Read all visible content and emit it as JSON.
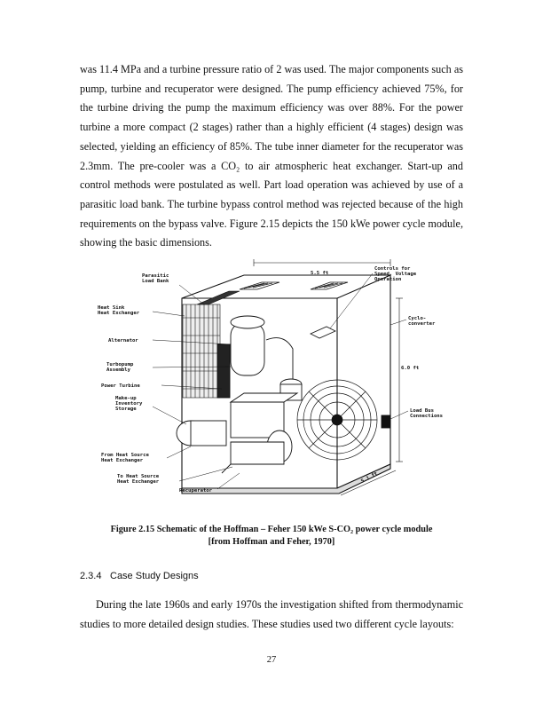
{
  "body": {
    "para1": "was 11.4 MPa and a turbine pressure ratio of 2 was used.  The major components such as pump, turbine and recuperator were designed.  The pump efficiency achieved 75%, for the turbine driving the pump the maximum efficiency was over 88%.  For the power turbine a more compact (2 stages) rather than a highly efficient (4 stages) design was selected, yielding an efficiency of 85%.  The tube inner diameter for the recuperator was 2.3mm.  The pre-cooler was a CO₂ to air atmospheric heat exchanger.  Start-up and control methods were postulated as well.  Part load operation was achieved by use of a parasitic load bank.  The turbine bypass control method was rejected because of the high requirements on the bypass valve.  Figure 2.15 depicts the 150 kWe power cycle module, showing the basic dimensions.",
    "para2": "During the late 1960s and early 1970s the investigation shifted from thermodynamic studies to more detailed design studies.  These studies used two different cycle layouts:"
  },
  "figure": {
    "labels": {
      "parasitic": [
        "Parasitic",
        "Load Bank"
      ],
      "controls": [
        "Controls for",
        "Speed, Voltage",
        "Operation"
      ],
      "heat_sink": [
        "Heat Sink",
        "Heat Exchanger"
      ],
      "cyclo": [
        "Cyclo-",
        "converter"
      ],
      "alternator": "Alternator",
      "turbopump": [
        "Turbopump",
        "Assembly"
      ],
      "power_turbine": "Power Turbine",
      "makeup": [
        "Make-up",
        "Inventory",
        "Storage"
      ],
      "load_bus": [
        "Load Bus",
        "Connections"
      ],
      "from_heat": [
        "From Heat Source",
        "Heat Exchanger"
      ],
      "to_heat": [
        "To Heat Source",
        "Heat Exchanger"
      ],
      "recuperator": "Recuperator",
      "dim_width": "5.5 ft",
      "dim_height": "6.0 ft",
      "dim_depth": "5.1 ft"
    }
  },
  "caption": {
    "line1": "Figure 2.15 Schematic of the Hoffman – Feher 150 kWe S-CO₂ power cycle module",
    "line2": "[from Hoffman and Feher, 1970]"
  },
  "section": {
    "number": "2.3.4",
    "title": "Case Study Designs"
  },
  "page_number": "27"
}
